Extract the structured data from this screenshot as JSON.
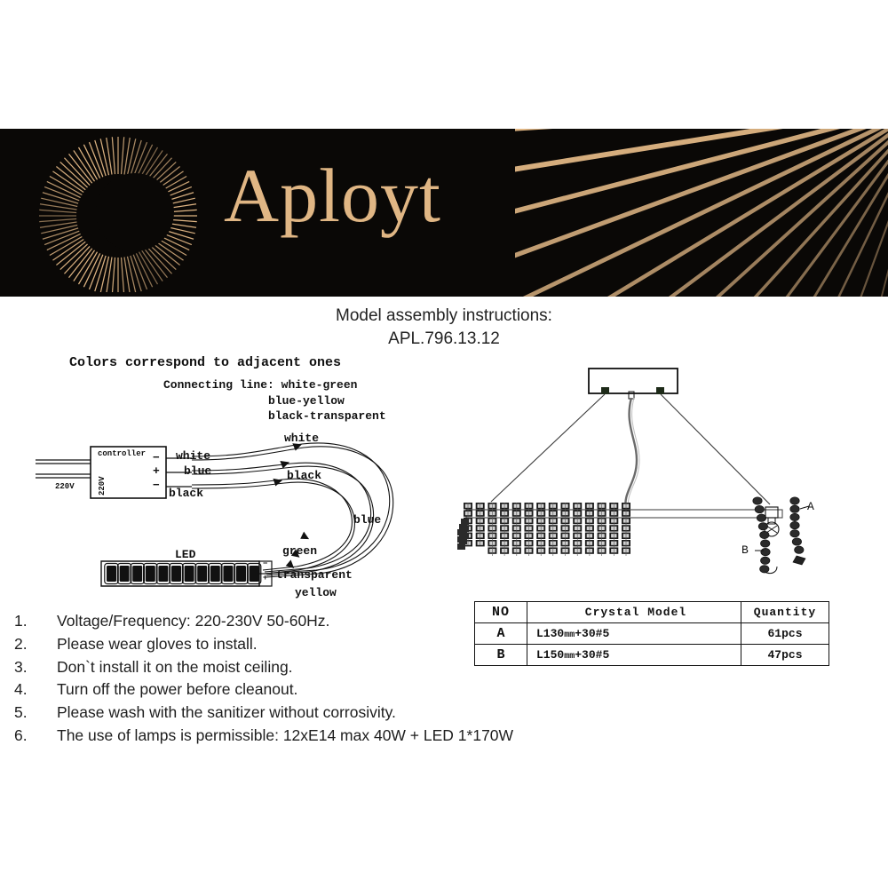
{
  "banner": {
    "brand_name": "Aployt",
    "background_color": "#0a0806",
    "accent_color": "#e0b684",
    "logo_icon": "sunburst-icon"
  },
  "title": {
    "line1": "Model assembly instructions:",
    "line2": "APL.796.13.12"
  },
  "wiring_notes": {
    "heading": "Colors correspond to adjacent ones",
    "sub_label": "Connecting line:",
    "pairs": [
      "white-green",
      "blue-yellow",
      "black-transparent"
    ]
  },
  "wiring_diagram": {
    "controller_label": "controller",
    "mains_label_side": "220V",
    "mains_label_bottom": "220V",
    "terminals": [
      "−",
      "+",
      "−"
    ],
    "output_labels": [
      "white",
      "blue",
      "black"
    ],
    "loop_labels": [
      "white",
      "black",
      "blue"
    ],
    "led_label": "LED",
    "led_segments": 12,
    "led_terminal_labels": [
      "−",
      "+"
    ],
    "strip_labels": [
      "green",
      "transparent",
      "yellow"
    ]
  },
  "steps": [
    {
      "num": "1.",
      "text": "Voltage/Frequency: 220-230V 50-60Hz."
    },
    {
      "num": "2.",
      "text": "Please wear gloves to install."
    },
    {
      "num": "3.",
      "text": "Don`t install it on the moist ceiling."
    },
    {
      "num": "4.",
      "text": "Turn off the power before cleanout."
    },
    {
      "num": "5.",
      "text": "Please wash with the sanitizer without corrosivity."
    },
    {
      "num": "6.",
      "text": "The use of lamps is permissible: 12xE14 max 40W + LED 1*170W"
    }
  ],
  "crystal_table": {
    "headers": {
      "no": "NO",
      "model": "Crystal  Model",
      "quantity": "Quantity"
    },
    "rows": [
      {
        "no": "A",
        "model_prefix": "L130",
        "model_unit": "mm",
        "model_suffix": "+30#5",
        "quantity": "61pcs"
      },
      {
        "no": "B",
        "model_prefix": "L150",
        "model_unit": "mm",
        "model_suffix": "+30#5",
        "quantity": "47pcs"
      }
    ]
  },
  "chandelier": {
    "callout_a": "A",
    "callout_b": "B"
  }
}
